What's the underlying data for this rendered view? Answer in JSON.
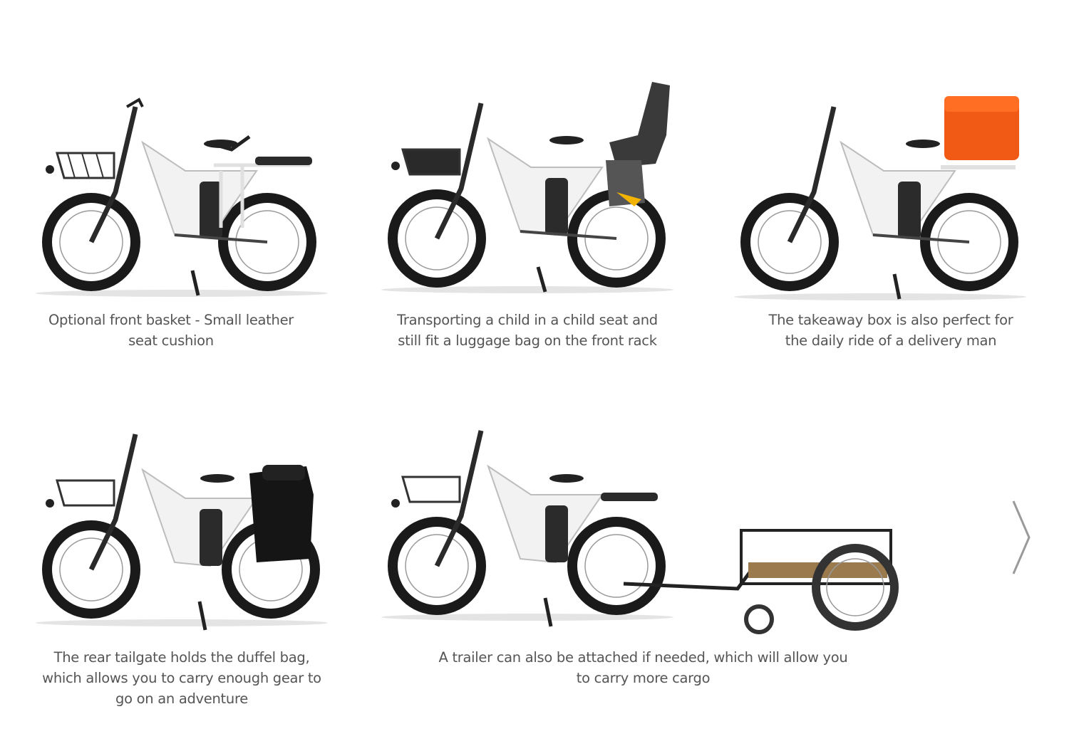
{
  "gallery": {
    "items": [
      {
        "caption": "Optional front basket - Small leather seat cushion",
        "accessory": "front-basket"
      },
      {
        "caption": "Transporting a child in a child seat and still fit a luggage bag on the front rack",
        "accessory": "child-seat"
      },
      {
        "caption": "The takeaway box is also perfect for the daily ride of a delivery man",
        "accessory": "takeaway-box"
      },
      {
        "caption": "The rear tailgate holds the duffel bag, which allows you to carry enough gear to go on an adventure",
        "accessory": "duffel-bag"
      },
      {
        "caption": "A trailer can also be attached if needed, which will allow you to carry more cargo",
        "accessory": "trailer"
      }
    ],
    "next_icon": "chevron-right-icon"
  },
  "colors": {
    "caption": "#555555",
    "frame": "#f2f2f2",
    "tire": "#1a1a1a",
    "box": "#f05a14"
  }
}
